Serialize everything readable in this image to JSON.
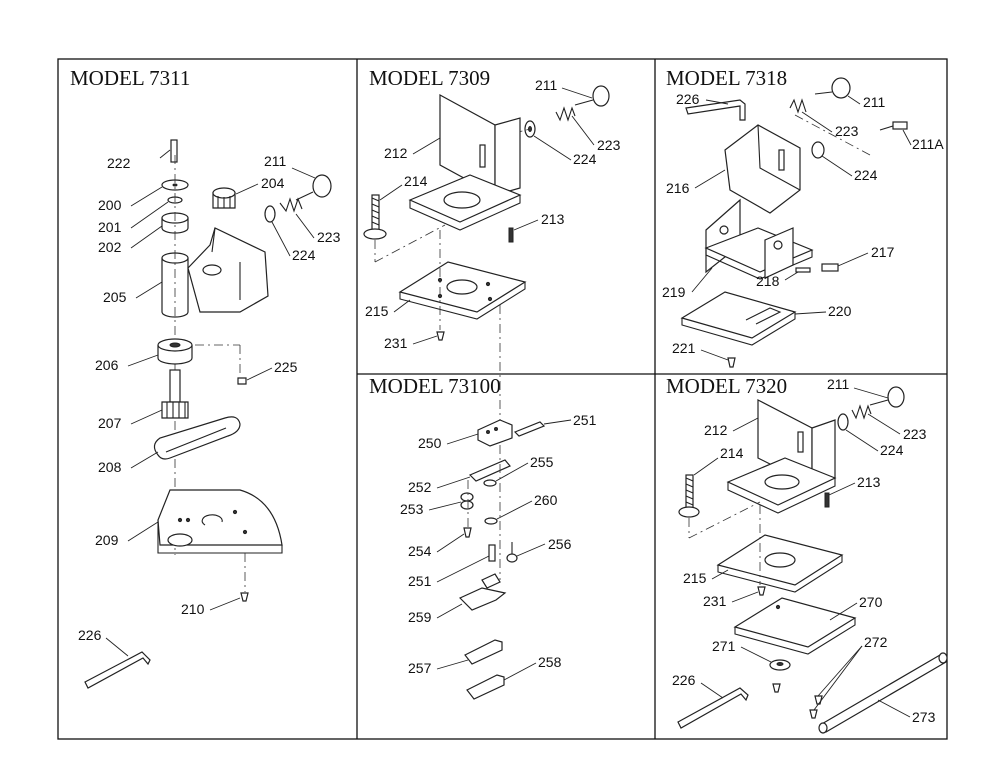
{
  "panels": {
    "p7311": {
      "title": "MODEL 7311",
      "parts": [
        "222",
        "200",
        "201",
        "202",
        "204",
        "211",
        "223",
        "224",
        "205",
        "206",
        "225",
        "207",
        "208",
        "209",
        "210",
        "226"
      ]
    },
    "p7309": {
      "title": "MODEL 7309",
      "parts": [
        "211",
        "223",
        "224",
        "212",
        "214",
        "213",
        "215",
        "231"
      ]
    },
    "p7318": {
      "title": "MODEL 7318",
      "parts": [
        "226",
        "211",
        "223",
        "211A",
        "216",
        "224",
        "217",
        "219",
        "218",
        "220",
        "221"
      ]
    },
    "p73100": {
      "title": "MODEL 73100",
      "parts": [
        "250",
        "251",
        "255",
        "252",
        "253",
        "260",
        "254",
        "256",
        "251",
        "259",
        "257",
        "258"
      ]
    },
    "p7320": {
      "title": "MODEL 7320",
      "parts": [
        "211",
        "212",
        "223",
        "224",
        "214",
        "213",
        "215",
        "231",
        "270",
        "271",
        "272",
        "226",
        "273"
      ]
    }
  }
}
